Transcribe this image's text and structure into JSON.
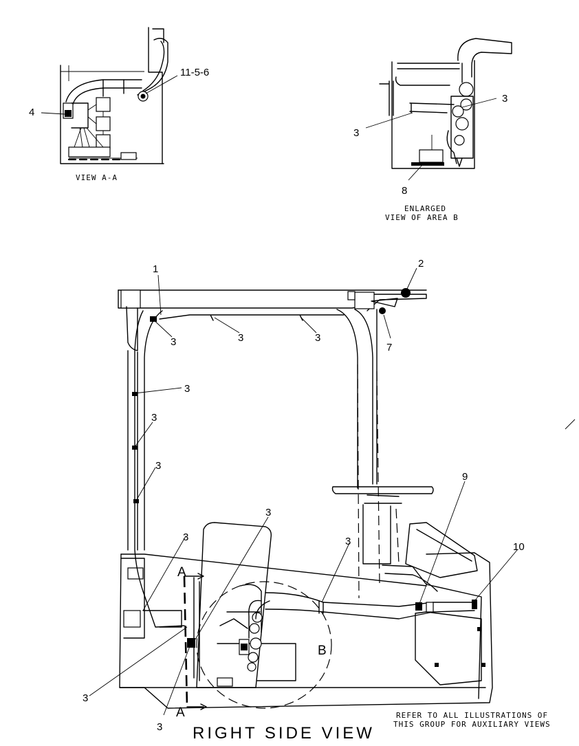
{
  "views": {
    "view_aa": {
      "caption": "VIEW A-A",
      "callouts": [
        "11-5-6",
        "4"
      ]
    },
    "area_b": {
      "caption_line1": "ENLARGED",
      "caption_line2": "VIEW OF AREA B",
      "callouts": [
        "3",
        "3",
        "8"
      ]
    },
    "right_side": {
      "title": "RIGHT SIDE VIEW",
      "section_letter_top": "A",
      "section_letter_bottom": "A",
      "area_letter": "B",
      "callouts": {
        "c1": "1",
        "c2": "2",
        "c7": "7",
        "c9": "9",
        "c10": "10",
        "c3a": "3",
        "c3b": "3",
        "c3c": "3",
        "c3d": "3",
        "c3e": "3",
        "c3f": "3",
        "c3g": "3",
        "c3h": "3",
        "c3i": "3",
        "c3j": "3",
        "c3k": "3"
      }
    }
  },
  "note": {
    "line1": "REFER TO ALL ILLUSTRATIONS OF",
    "line2": "THIS GROUP FOR AUXILIARY VIEWS"
  }
}
